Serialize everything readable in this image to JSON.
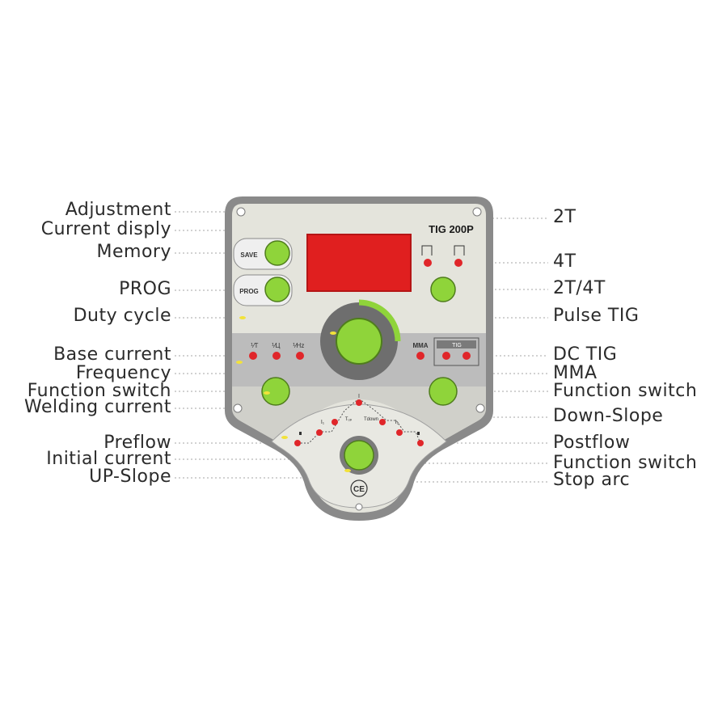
{
  "panel": {
    "model": "TIG 200P",
    "save_button": "SAVE",
    "prog_button": "PROG",
    "mma_label": "MMA",
    "tig_label": "TIG",
    "ce_mark": "CE",
    "base_current_symbol": "⅟T",
    "frequency_symbol": "Hz",
    "function_symbols": [
      "⅟T",
      "⅟Ц",
      "⅟Hz"
    ],
    "sequence_labels": {
      "i_peak": "I",
      "initial": "I₁",
      "t_up": "Tᵤₚ",
      "t_down": "Tdown",
      "final": "I₂"
    },
    "colors": {
      "frame": "#8a8a8a",
      "panel": "#e4e4dc",
      "mid_band": "#bcbcbc",
      "display": "#e01f1f",
      "button_green": "#8fd43a",
      "led_red": "#e0262a",
      "led_yellow": "#f2e23a"
    }
  },
  "labels_left": [
    {
      "id": "adjustment",
      "text": "Adjustment"
    },
    {
      "id": "current-display",
      "text": "Current disply"
    },
    {
      "id": "memory",
      "text": "Memory"
    },
    {
      "id": "prog",
      "text": "PROG"
    },
    {
      "id": "duty-cycle",
      "text": "Duty cycle"
    },
    {
      "id": "base-current",
      "text": "Base current"
    },
    {
      "id": "frequency",
      "text": "Frequency"
    },
    {
      "id": "function-switch",
      "text": "Function switch"
    },
    {
      "id": "welding-current",
      "text": "Welding current"
    },
    {
      "id": "preflow",
      "text": "Preflow"
    },
    {
      "id": "initial-current",
      "text": "Initial current"
    },
    {
      "id": "up-slope",
      "text": "UP-Slope"
    }
  ],
  "labels_right": [
    {
      "id": "2t",
      "text": "2T"
    },
    {
      "id": "4t",
      "text": "4T"
    },
    {
      "id": "2t-4t",
      "text": "2T/4T"
    },
    {
      "id": "pulse-tig",
      "text": "Pulse TIG"
    },
    {
      "id": "dc-tig",
      "text": "DC  TIG"
    },
    {
      "id": "mma",
      "text": "MMA"
    },
    {
      "id": "function-switch",
      "text": "Function switch"
    },
    {
      "id": "down-slope",
      "text": "Down-Slope"
    },
    {
      "id": "postflow",
      "text": "Postflow"
    },
    {
      "id": "function-switch-2",
      "text": "Function switch"
    },
    {
      "id": "stop-arc",
      "text": "Stop arc"
    }
  ]
}
